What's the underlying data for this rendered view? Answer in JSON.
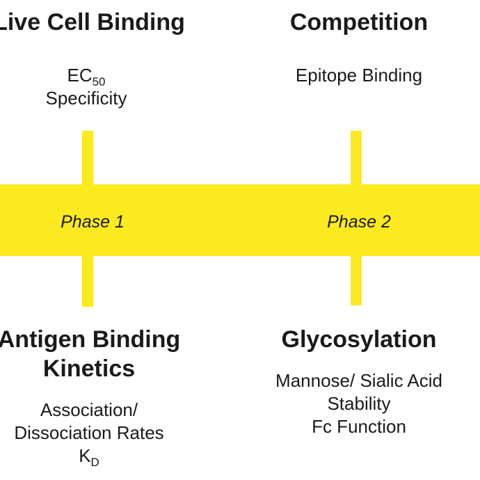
{
  "colors": {
    "band": "#fcea20",
    "text": "#1a1a1a",
    "background": "#ffffff"
  },
  "phases": [
    {
      "label": "Phase 1"
    },
    {
      "label": "Phase 2"
    }
  ],
  "top_left": {
    "heading": "Live Cell Binding",
    "ec_base": "EC",
    "ec_sub": "50",
    "line2": "Specificity"
  },
  "top_right": {
    "heading": "Competition",
    "line1": "Epitope Binding"
  },
  "bottom_left": {
    "heading_line1": "Antigen Binding",
    "heading_line2": "Kinetics",
    "line1": "Association/",
    "line2": "Dissociation Rates",
    "kd_base": "K",
    "kd_sub": "D"
  },
  "bottom_right": {
    "heading": "Glycosylation",
    "line1": "Mannose/ Sialic Acid",
    "line2": "Stability",
    "line3": "Fc Function"
  }
}
